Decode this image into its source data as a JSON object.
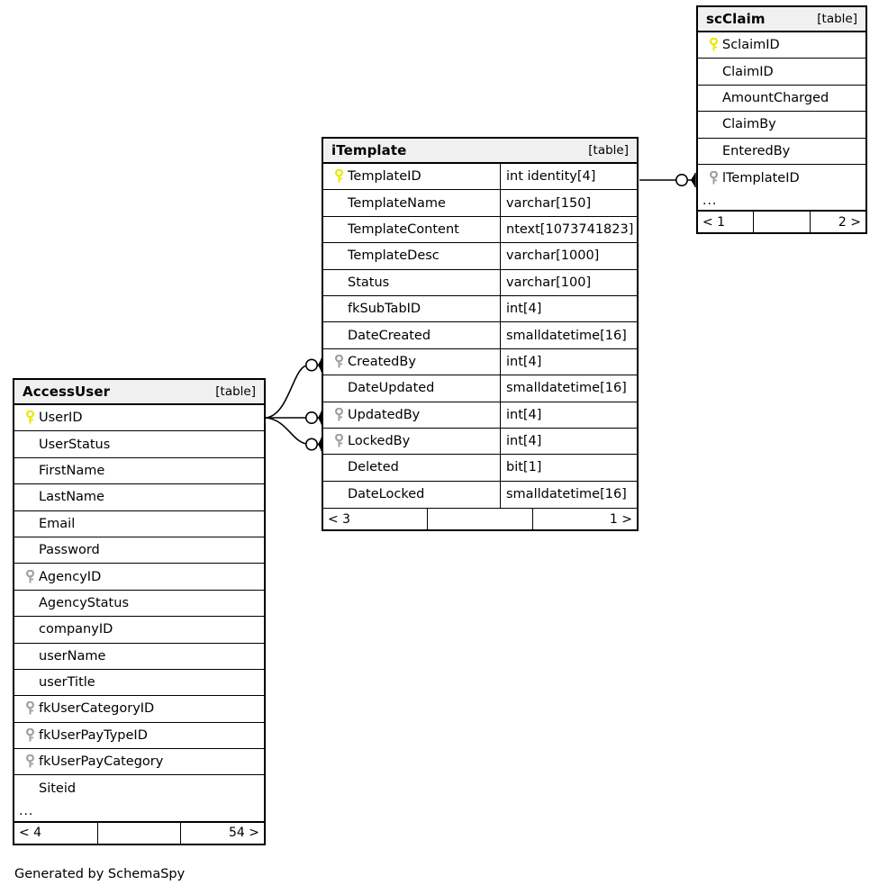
{
  "diagram": {
    "caption": "Generated by SchemaSpy",
    "table_tag": "[table]",
    "ellipsis": "...",
    "colors": {
      "primary_key": "#e8e800",
      "foreign_key": "#a0a0a0",
      "header_background": "#f0f0f0",
      "border": "#000000",
      "background": "#ffffff"
    }
  },
  "tables": [
    {
      "id": "accessuser",
      "name": "AccessUser",
      "tag": "[table]",
      "has_type_column": false,
      "columns": [
        {
          "name": "UserID",
          "type": "",
          "key": "primary"
        },
        {
          "name": "UserStatus",
          "type": "",
          "key": "none"
        },
        {
          "name": "FirstName",
          "type": "",
          "key": "none"
        },
        {
          "name": "LastName",
          "type": "",
          "key": "none"
        },
        {
          "name": "Email",
          "type": "",
          "key": "none"
        },
        {
          "name": "Password",
          "type": "",
          "key": "none"
        },
        {
          "name": "AgencyID",
          "type": "",
          "key": "foreign"
        },
        {
          "name": "AgencyStatus",
          "type": "",
          "key": "none"
        },
        {
          "name": "companyID",
          "type": "",
          "key": "none"
        },
        {
          "name": "userName",
          "type": "",
          "key": "none"
        },
        {
          "name": "userTitle",
          "type": "",
          "key": "none"
        },
        {
          "name": "fkUserCategoryID",
          "type": "",
          "key": "foreign"
        },
        {
          "name": "fkUserPayTypeID",
          "type": "",
          "key": "foreign"
        },
        {
          "name": "fkUserPayCategory",
          "type": "",
          "key": "foreign"
        },
        {
          "name": "Siteid",
          "type": "",
          "key": "none"
        }
      ],
      "truncated": true,
      "footer": {
        "left": "< 4",
        "middle": "",
        "right": "54 >"
      }
    },
    {
      "id": "itemplate",
      "name": "iTemplate",
      "tag": "[table]",
      "has_type_column": true,
      "columns": [
        {
          "name": "TemplateID",
          "type": "int identity[4]",
          "key": "primary"
        },
        {
          "name": "TemplateName",
          "type": "varchar[150]",
          "key": "none"
        },
        {
          "name": "TemplateContent",
          "type": "ntext[1073741823]",
          "key": "none"
        },
        {
          "name": "TemplateDesc",
          "type": "varchar[1000]",
          "key": "none"
        },
        {
          "name": "Status",
          "type": "varchar[100]",
          "key": "none"
        },
        {
          "name": "fkSubTabID",
          "type": "int[4]",
          "key": "none"
        },
        {
          "name": "DateCreated",
          "type": "smalldatetime[16]",
          "key": "none"
        },
        {
          "name": "CreatedBy",
          "type": "int[4]",
          "key": "foreign"
        },
        {
          "name": "DateUpdated",
          "type": "smalldatetime[16]",
          "key": "none"
        },
        {
          "name": "UpdatedBy",
          "type": "int[4]",
          "key": "foreign"
        },
        {
          "name": "LockedBy",
          "type": "int[4]",
          "key": "foreign"
        },
        {
          "name": "Deleted",
          "type": "bit[1]",
          "key": "none"
        },
        {
          "name": "DateLocked",
          "type": "smalldatetime[16]",
          "key": "none"
        }
      ],
      "truncated": false,
      "footer": {
        "left": "< 3",
        "middle": "",
        "right": "1 >"
      }
    },
    {
      "id": "scclaim",
      "name": "scClaim",
      "tag": "[table]",
      "has_type_column": false,
      "columns": [
        {
          "name": "SclaimID",
          "type": "",
          "key": "primary"
        },
        {
          "name": "ClaimID",
          "type": "",
          "key": "none"
        },
        {
          "name": "AmountCharged",
          "type": "",
          "key": "none"
        },
        {
          "name": "ClaimBy",
          "type": "",
          "key": "none"
        },
        {
          "name": "EnteredBy",
          "type": "",
          "key": "none"
        },
        {
          "name": "lTemplateID",
          "type": "",
          "key": "foreign"
        }
      ],
      "truncated": true,
      "footer": {
        "left": "< 1",
        "middle": "",
        "right": "2 >"
      }
    }
  ],
  "relationships": [
    {
      "from_table": "AccessUser",
      "from_column": "UserID",
      "to_table": "iTemplate",
      "to_column": "CreatedBy",
      "notation": "zero-or-many"
    },
    {
      "from_table": "AccessUser",
      "from_column": "UserID",
      "to_table": "iTemplate",
      "to_column": "UpdatedBy",
      "notation": "zero-or-many"
    },
    {
      "from_table": "AccessUser",
      "from_column": "UserID",
      "to_table": "iTemplate",
      "to_column": "LockedBy",
      "notation": "zero-or-many"
    },
    {
      "from_table": "iTemplate",
      "from_column": "TemplateID",
      "to_table": "scClaim",
      "to_column": "lTemplateID",
      "notation": "zero-or-many"
    }
  ]
}
